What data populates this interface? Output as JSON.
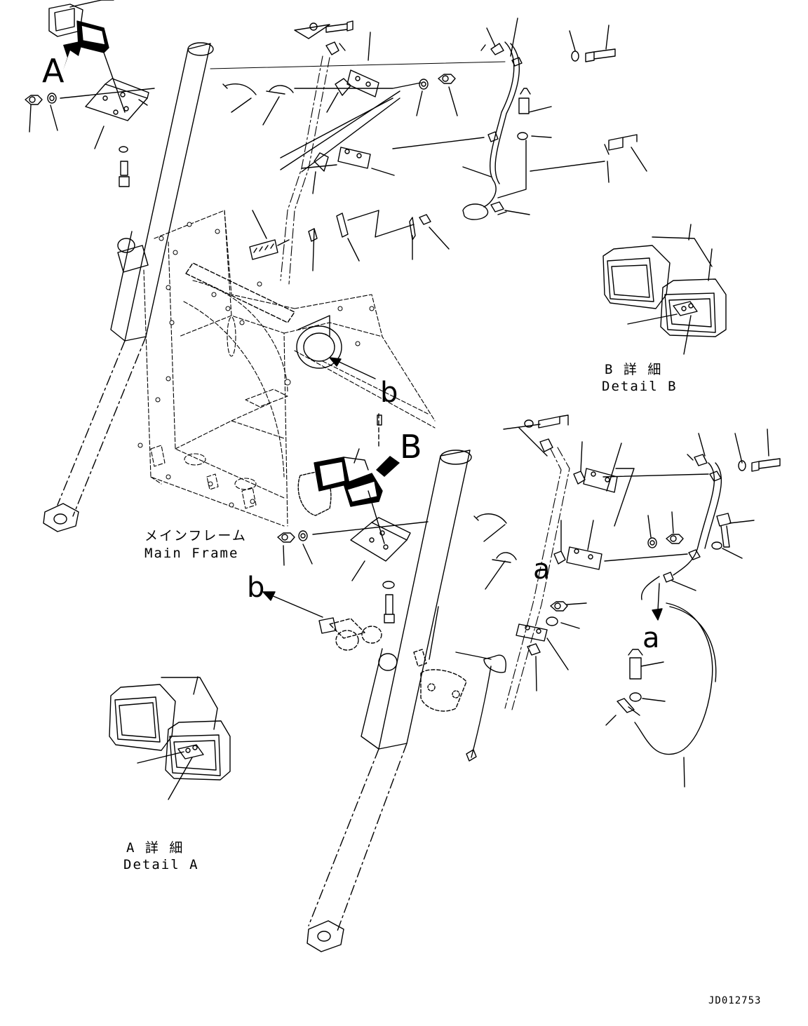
{
  "callouts": {
    "A": "A",
    "B": "B",
    "a_upper": "a",
    "a_lower": "a",
    "b_upper": "b",
    "b_lower": "b"
  },
  "detail_b": {
    "jp": "B 詳 細",
    "en": "Detail B"
  },
  "detail_a": {
    "jp": "A 詳 細",
    "en": "Detail A"
  },
  "main_frame": {
    "jp": "メインフレーム",
    "en": "Main Frame"
  },
  "drawing_code": "JD012753"
}
